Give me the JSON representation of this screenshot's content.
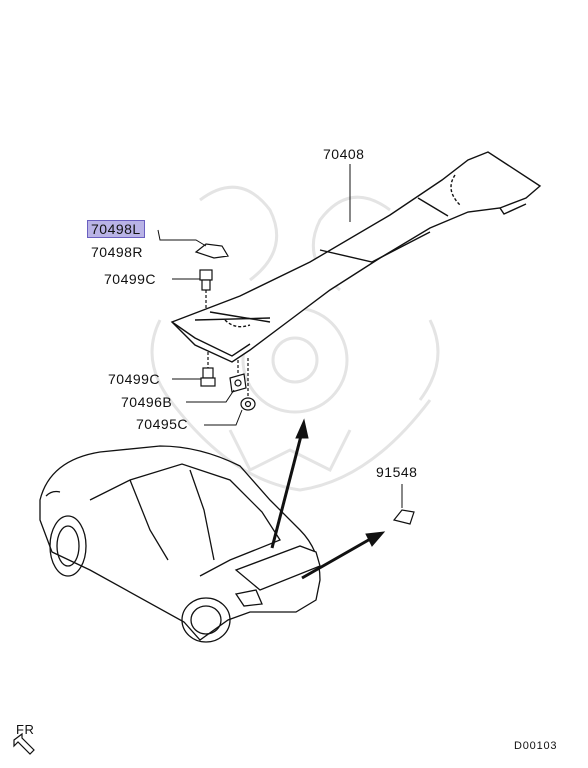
{
  "labels": {
    "p70408": "70408",
    "p70498L": "70498L",
    "p70498R": "70498R",
    "p70499C_top": "70499C",
    "p70499C_mid": "70499C",
    "p70496B": "70496B",
    "p70495C": "70495C",
    "p91548": "91548"
  },
  "selected_part": "70498L",
  "fr_indicator": "FR",
  "diagram_code": "D00103",
  "colors": {
    "highlight": "#b9b3e6",
    "line": "#111111",
    "watermark": "#e6e6e6"
  }
}
